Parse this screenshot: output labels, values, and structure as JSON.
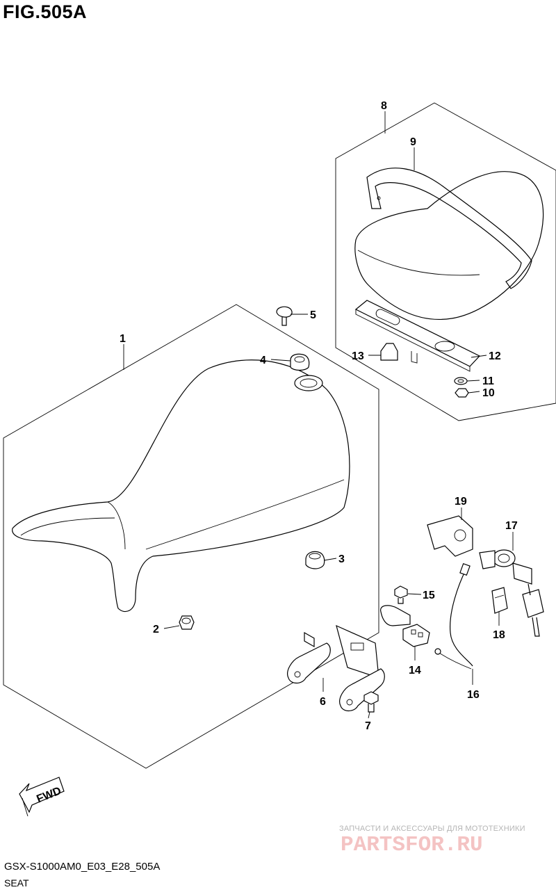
{
  "figure": {
    "title": "FIG.505A",
    "code": "GSX-S1000AM0_E03_E28_505A",
    "caption": "SEAT",
    "fwd_label": "FWD"
  },
  "callouts": [
    {
      "id": "1",
      "label": "1"
    },
    {
      "id": "2",
      "label": "2"
    },
    {
      "id": "3",
      "label": "3"
    },
    {
      "id": "4",
      "label": "4"
    },
    {
      "id": "5",
      "label": "5"
    },
    {
      "id": "6",
      "label": "6"
    },
    {
      "id": "7",
      "label": "7"
    },
    {
      "id": "8",
      "label": "8"
    },
    {
      "id": "9",
      "label": "9"
    },
    {
      "id": "10",
      "label": "10"
    },
    {
      "id": "11",
      "label": "11"
    },
    {
      "id": "12",
      "label": "12"
    },
    {
      "id": "13",
      "label": "13"
    },
    {
      "id": "14",
      "label": "14"
    },
    {
      "id": "15",
      "label": "15"
    },
    {
      "id": "16",
      "label": "16"
    },
    {
      "id": "17",
      "label": "17"
    },
    {
      "id": "18",
      "label": "18"
    },
    {
      "id": "19",
      "label": "19"
    }
  ],
  "watermark": {
    "line1": "ЗАПЧАСТИ И АКСЕССУАРЫ ДЛЯ МОТОТЕХНИКИ",
    "logo": "PARTSFOR.RU",
    "logo_color": "#f4c3c3"
  }
}
